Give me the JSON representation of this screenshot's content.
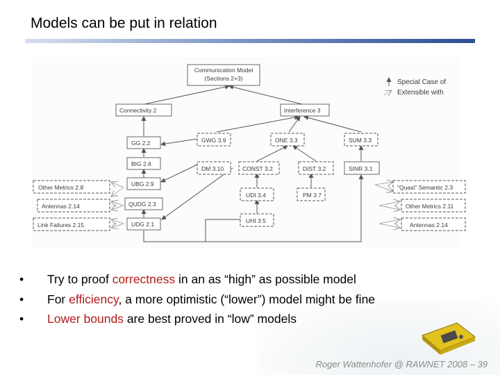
{
  "title": "Models can be put in relation",
  "diagram": {
    "root": {
      "line1": "Communication Model",
      "line2": "(Sections 2+3)"
    },
    "legend": {
      "line1": "Special Case of",
      "line2": "Extensible with"
    },
    "nodes": {
      "connectivity": "Connectivity 2",
      "interference": "Interference 3",
      "gg": "GG 2.2",
      "big": "BIG 2.6",
      "ubg": "UBG 2.9",
      "qudg": "QUDG 2.3",
      "udg": "UDG 2.1",
      "gwg": "GWG 3.9",
      "one": "ONE 3.3",
      "sum": "SUM 3.3",
      "dm": "DM 3.10",
      "const": "CONST 3.2",
      "dist": "DIST 3.2",
      "sinr": "SINR 3.1",
      "udi": "UDI 3.4",
      "pm": "PM 3.7",
      "uhi": "UHI 3.5",
      "left_ext": [
        "Other Metrics 2.8",
        "Antennas 2.14",
        "Link Failures 2.15"
      ],
      "right_ext": [
        "\"Quasi\" Semantic 2.3",
        "Other Metrics 2.11",
        "Antennas 2.14"
      ]
    }
  },
  "bullets": [
    {
      "pre": "Try to proof ",
      "hl": "correctness",
      "post": " in an as “high” as possible model"
    },
    {
      "pre": "For ",
      "hl": "efficiency",
      "post": ", a more optimistic (“lower”) model might be fine"
    },
    {
      "pre": "",
      "hl": "Lower bounds",
      "post": " are best proved in “low” models"
    }
  ],
  "footer": "Roger Wattenhofer @ RAWNET 2008 – 39",
  "colors": {
    "highlight": "#b21a1a",
    "rule": "#2c4d91"
  }
}
